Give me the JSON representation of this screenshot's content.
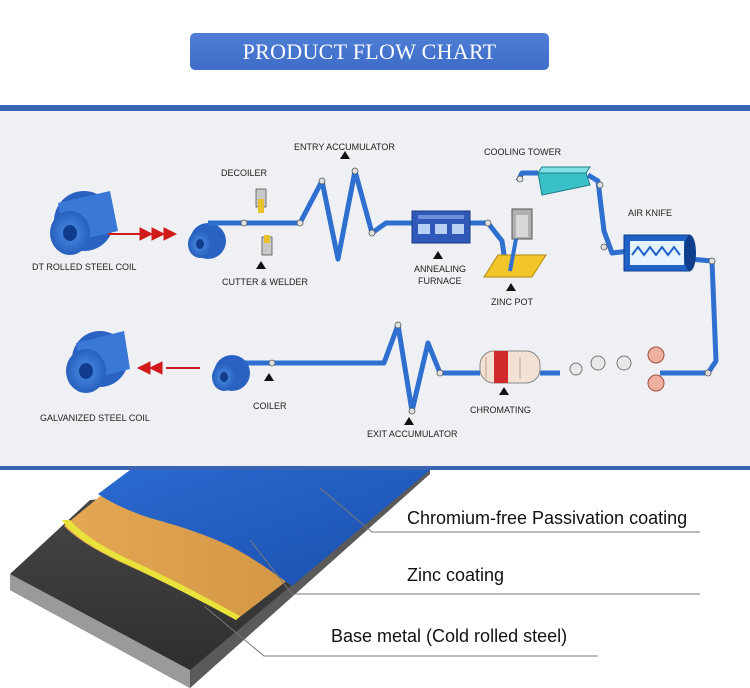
{
  "header": {
    "title": "PRODUCT FLOW CHART"
  },
  "flow": {
    "labels": {
      "cold_coil": "DT ROLLED STEEL COIL",
      "decoiler": "DECOILER",
      "cutter_welder": "CUTTER & WELDER",
      "entry_accumulator": "ENTRY ACCUMULATOR",
      "annealing_1": "ANNEALING",
      "annealing_2": "FURNACE",
      "cooling_tower": "COOLING TOWER",
      "zinc_pot": "ZINC POT",
      "air_knife": "AIR KNIFE",
      "galvanized_coil": "GALVANIZED STEEL COIL",
      "coiler": "COILER",
      "exit_accumulator": "EXIT ACCUMULATOR",
      "chromating": "CHROMATING"
    },
    "colors": {
      "strip": "#2f6fd0",
      "arrow": "#d11a1a",
      "furnace": "#2f58b8",
      "tower": "#39c0c8",
      "zinc": "#f2c62b"
    }
  },
  "coating": {
    "layers": [
      {
        "label": "Chromium-free Passivation coating",
        "color": "#1f5dc4"
      },
      {
        "label": "Zinc coating",
        "color": "#d99a4a"
      },
      {
        "label": "Base metal (Cold rolled steel)",
        "color": "#3a3a3a"
      }
    ]
  }
}
